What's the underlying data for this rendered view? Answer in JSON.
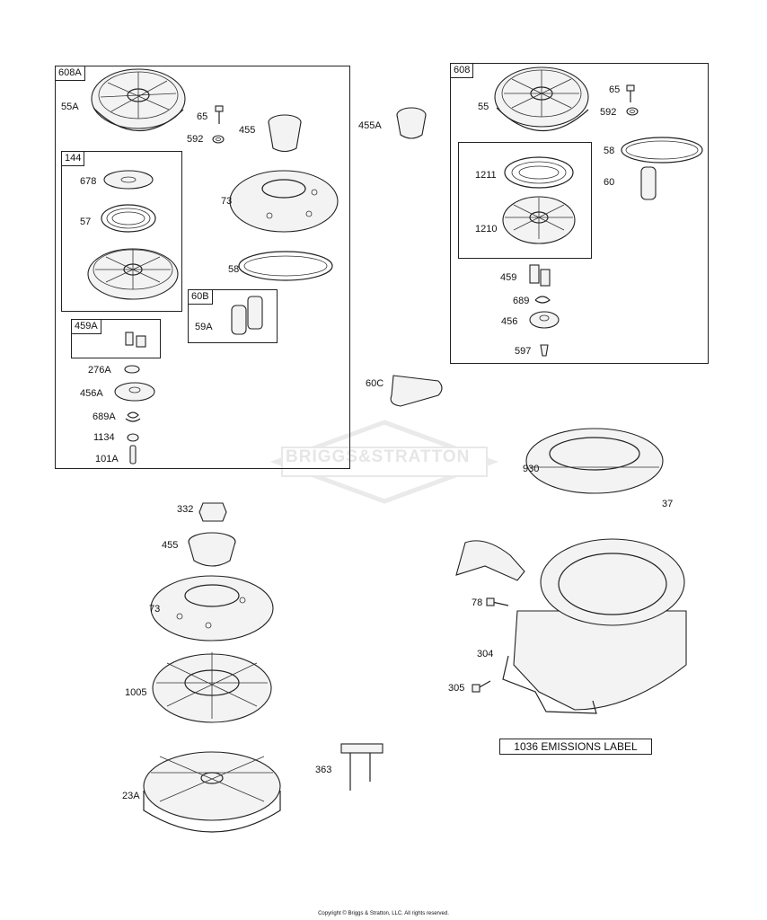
{
  "group_labels": {
    "g608A": "608A",
    "g144": "144",
    "g459A": "459A",
    "g60B": "60B",
    "g608": "608"
  },
  "part_labels": [
    "55A",
    "65",
    "592",
    "455",
    "455A",
    "678",
    "57",
    "73",
    "58",
    "59A",
    "276A",
    "456A",
    "689A",
    "1134",
    "101A",
    "55",
    "65",
    "592",
    "1211",
    "58",
    "60",
    "1210",
    "459",
    "689",
    "456",
    "597",
    "60C",
    "930",
    "37",
    "332",
    "455",
    "73",
    "1005",
    "23A",
    "78",
    "304",
    "305",
    "363"
  ],
  "emissions_label": "1036 EMISSIONS LABEL",
  "watermark": "BRIGGS&STRATTON",
  "copyright": "Copyright © Briggs & Stratton, LLC. All rights reserved."
}
